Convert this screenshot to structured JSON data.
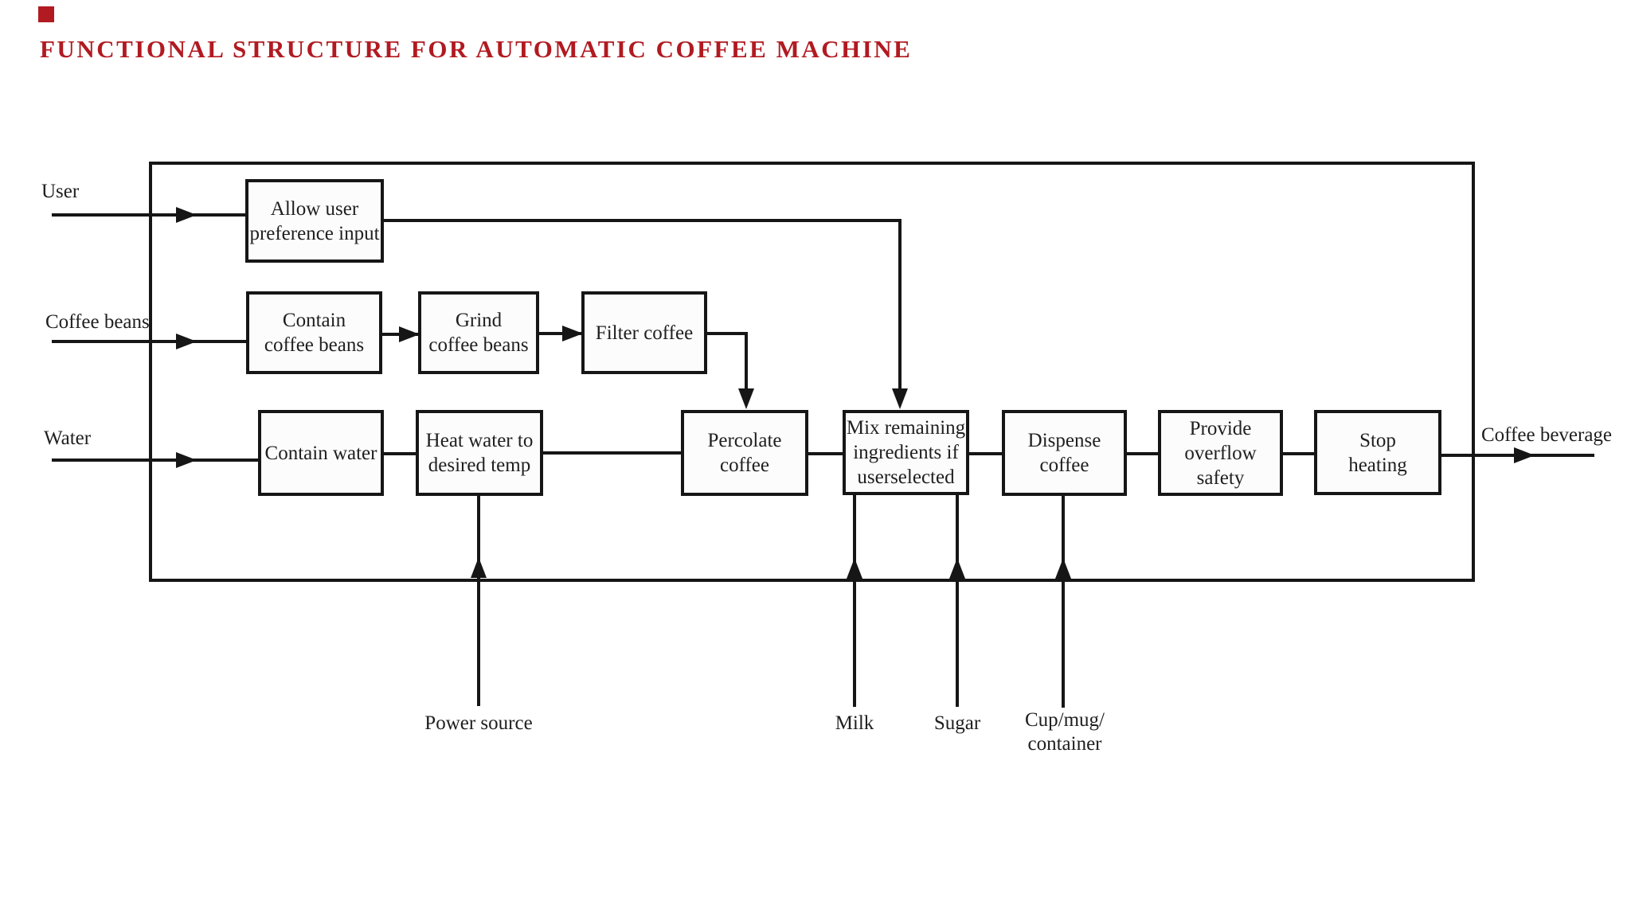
{
  "title": "FUNCTIONAL STRUCTURE FOR AUTOMATIC COFFEE MACHINE",
  "colors": {
    "accent_red": "#b11a21",
    "line": "#161616",
    "text": "#1f1f1f"
  },
  "diagram": {
    "inputs": [
      {
        "id": "user",
        "label": "User"
      },
      {
        "id": "coffee-beans",
        "label": "Coffee beans"
      },
      {
        "id": "water",
        "label": "Water"
      }
    ],
    "boxes": [
      {
        "id": "allow-user-preference-input",
        "label": "Allow user preference input",
        "lines": [
          "Allow user",
          "preference input"
        ]
      },
      {
        "id": "contain-coffee-beans",
        "label": "Contain coffee beans",
        "lines": [
          "Contain",
          "coffee beans"
        ]
      },
      {
        "id": "grind-coffee-beans",
        "label": "Grind coffee beans",
        "lines": [
          "Grind",
          "coffee beans"
        ]
      },
      {
        "id": "filter-coffee",
        "label": "Filter coffee",
        "lines": [
          "Filter coffee"
        ]
      },
      {
        "id": "contain-water",
        "label": "Contain water",
        "lines": [
          "Contain water"
        ]
      },
      {
        "id": "heat-water",
        "label": "Heat water to desired temp",
        "lines": [
          "Heat water to",
          "desired temp"
        ]
      },
      {
        "id": "percolate-coffee",
        "label": "Percolate coffee",
        "lines": [
          "Percolate",
          "coffee"
        ]
      },
      {
        "id": "mix-remaining",
        "label": "Mix remaining ingredients if userselected",
        "lines": [
          "Mix remaining",
          "ingredients if",
          "userselected"
        ]
      },
      {
        "id": "dispense-coffee",
        "label": "Dispense coffee",
        "lines": [
          "Dispense",
          "coffee"
        ]
      },
      {
        "id": "provide-overflow-safety",
        "label": "Provide overflow safety",
        "lines": [
          "Provide",
          "overflow",
          "safety"
        ]
      },
      {
        "id": "stop-heating",
        "label": "Stop heating",
        "lines": [
          "Stop",
          "heating"
        ]
      }
    ],
    "bottom_inputs": [
      {
        "id": "power-source",
        "label": "Power source",
        "lines": [
          "Power source"
        ]
      },
      {
        "id": "milk",
        "label": "Milk",
        "lines": [
          "Milk"
        ]
      },
      {
        "id": "sugar",
        "label": "Sugar",
        "lines": [
          "Sugar"
        ]
      },
      {
        "id": "cup-mug-container",
        "label": "Cup/mug/ container",
        "lines": [
          "Cup/mug/",
          "container"
        ]
      }
    ],
    "output": {
      "id": "coffee-beverage",
      "label": "Coffee beverage"
    },
    "edges": [
      {
        "from": "user",
        "to": "allow-user-preference-input"
      },
      {
        "from": "coffee-beans",
        "to": "contain-coffee-beans"
      },
      {
        "from": "water",
        "to": "contain-water"
      },
      {
        "from": "contain-coffee-beans",
        "to": "grind-coffee-beans"
      },
      {
        "from": "grind-coffee-beans",
        "to": "filter-coffee"
      },
      {
        "from": "filter-coffee",
        "to": "percolate-coffee"
      },
      {
        "from": "allow-user-preference-input",
        "to": "mix-remaining"
      },
      {
        "from": "contain-water",
        "to": "heat-water"
      },
      {
        "from": "heat-water",
        "to": "percolate-coffee"
      },
      {
        "from": "percolate-coffee",
        "to": "mix-remaining"
      },
      {
        "from": "mix-remaining",
        "to": "dispense-coffee"
      },
      {
        "from": "dispense-coffee",
        "to": "provide-overflow-safety"
      },
      {
        "from": "provide-overflow-safety",
        "to": "stop-heating"
      },
      {
        "from": "stop-heating",
        "to": "coffee-beverage"
      },
      {
        "from": "power-source",
        "to": "heat-water"
      },
      {
        "from": "milk",
        "to": "mix-remaining"
      },
      {
        "from": "sugar",
        "to": "mix-remaining"
      },
      {
        "from": "cup-mug-container",
        "to": "dispense-coffee"
      }
    ]
  }
}
